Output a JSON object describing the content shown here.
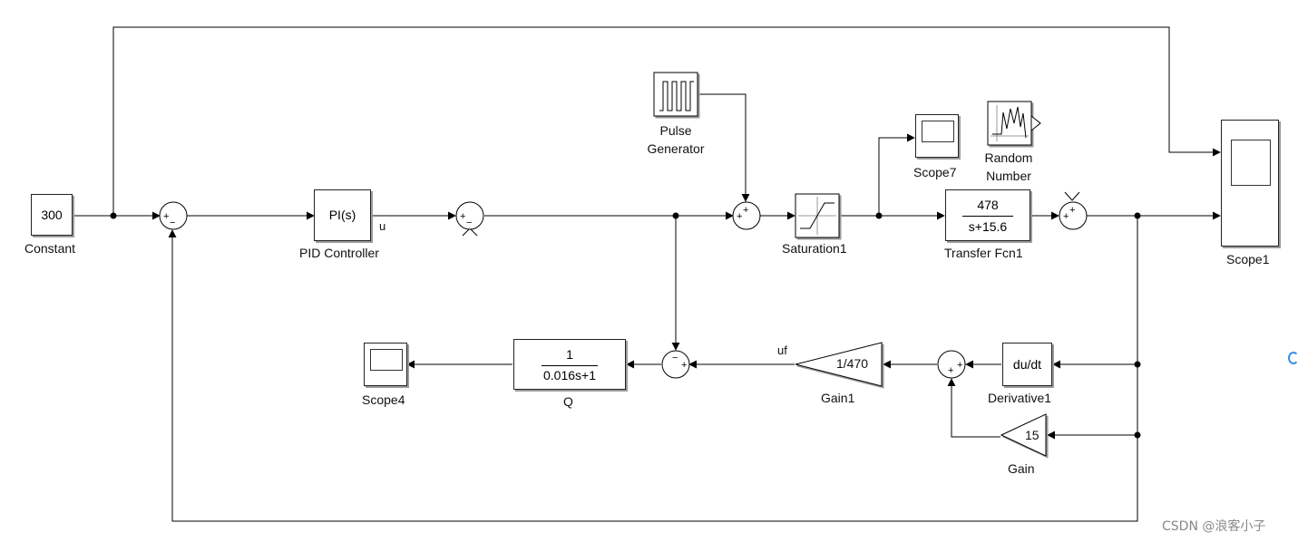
{
  "blocks": {
    "constant": {
      "value": "300",
      "label": "Constant"
    },
    "pid": {
      "text": "PI(s)",
      "label": "PID Controller",
      "port": "u"
    },
    "pulse": {
      "label1": "Pulse",
      "label2": "Generator"
    },
    "saturation": {
      "label": "Saturation1"
    },
    "scope7": {
      "label": "Scope7"
    },
    "random": {
      "label1": "Random",
      "label2": "Number"
    },
    "tf1": {
      "num": "478",
      "den": "s+15.6",
      "label": "Transfer Fcn1"
    },
    "scope1": {
      "label": "Scope1"
    },
    "scope4": {
      "label": "Scope4"
    },
    "q": {
      "num": "1",
      "den": "0.016s+1",
      "label": "Q"
    },
    "gain1": {
      "value": "1/470",
      "label": "Gain1",
      "signal": "uf"
    },
    "derivative": {
      "text": "du/dt",
      "label": "Derivative1"
    },
    "gain": {
      "value": "15",
      "label": "Gain"
    }
  },
  "sum_signs": {
    "plus": "+",
    "minus": "−"
  },
  "watermark": "CSDN @浪客小子"
}
